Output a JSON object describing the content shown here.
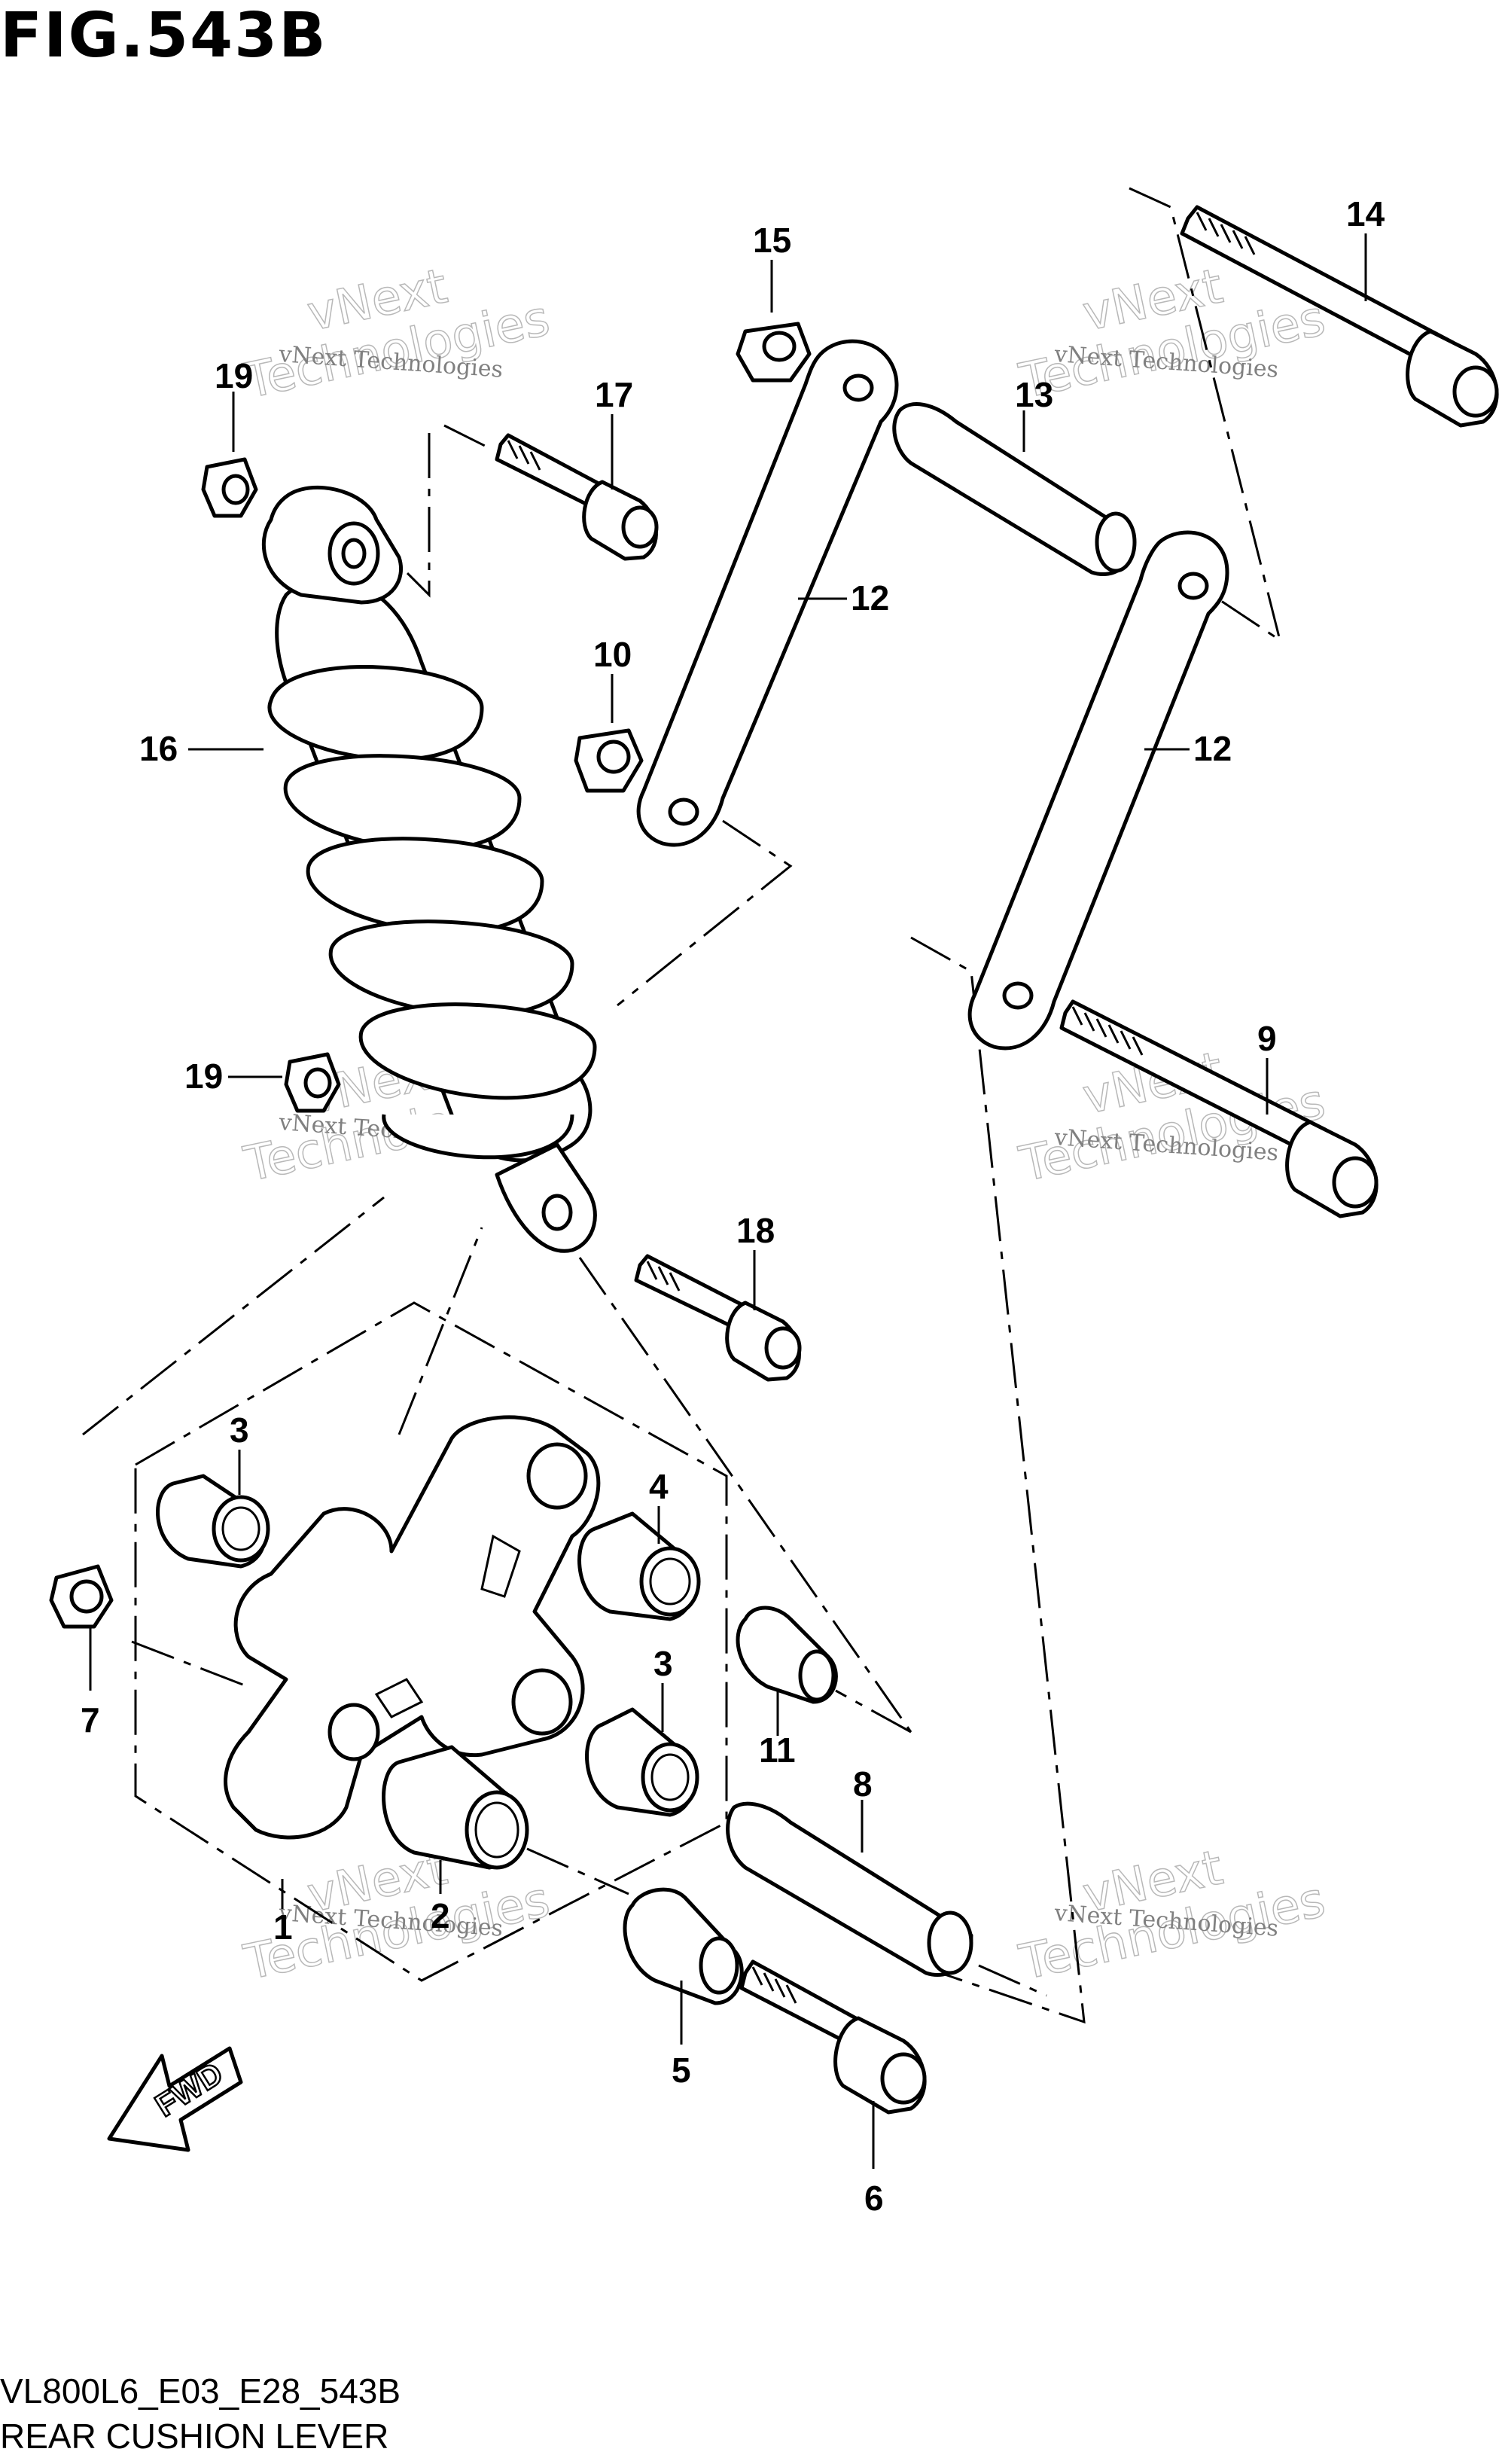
{
  "figure": {
    "title": "FIG.543B",
    "code": "VL800L6_E03_E28_543B",
    "name": "REAR CUSHION LEVER"
  },
  "direction_arrow": {
    "label": "FWD"
  },
  "watermark": {
    "line1": "vNext Technologies",
    "line2": "vNext",
    "line3": "Technologies"
  },
  "callouts": [
    "1",
    "2",
    "3",
    "3",
    "4",
    "5",
    "6",
    "7",
    "8",
    "9",
    "10",
    "11",
    "12",
    "12",
    "13",
    "14",
    "15",
    "16",
    "17",
    "18",
    "19",
    "19"
  ]
}
